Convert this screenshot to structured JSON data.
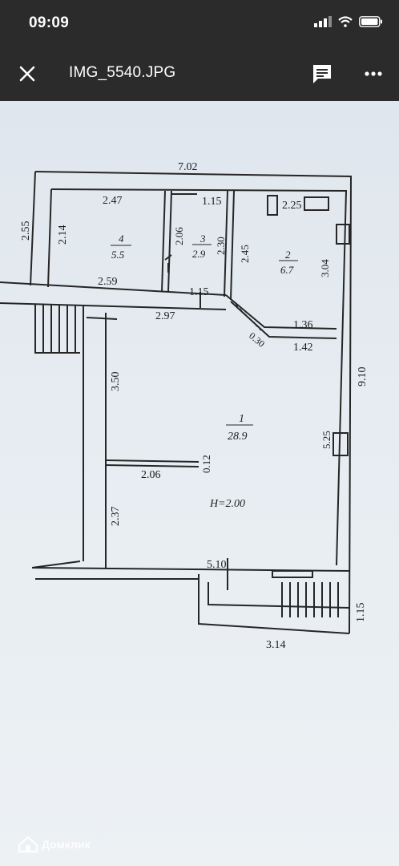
{
  "status_bar": {
    "time": "09:09"
  },
  "app_bar": {
    "title": "IMG_5540.JPG"
  },
  "plan": {
    "outer_top_width": "7.02",
    "outer_left_height": "2.55",
    "right_total": "9.10",
    "room4": {
      "number": "4",
      "area": "5.5",
      "width": "2.47",
      "height": "2.14",
      "bottom": "2.59"
    },
    "room3": {
      "number": "3",
      "area": "2.9",
      "width": "1.15",
      "height_left": "2.06",
      "height_right": "2.30",
      "bottom": "1.15"
    },
    "room2": {
      "number": "2",
      "area": "6.7",
      "width": "2.25",
      "height_left": "2.45",
      "height_right": "3.04",
      "step_top": "1.36",
      "step_bottom": "1.42",
      "diag": "0.30"
    },
    "room1": {
      "number": "1",
      "area": "28.9",
      "corridor": "2.97",
      "left_upper": "3.50",
      "left_lower": "2.37",
      "partition": "2.06",
      "gap": "0.12",
      "right": "5.25",
      "bottom": "5.10",
      "height_label": "H=2.00"
    },
    "porch": {
      "width": "3.14",
      "depth": "1.15"
    }
  },
  "watermark": {
    "text": "Домклик"
  },
  "icons": {
    "close": "close-icon",
    "comment": "comment-icon",
    "more": "more-vert-icon",
    "signal": "signal-icon",
    "wifi": "wifi-icon",
    "battery": "battery-icon",
    "logo": "domclick-logo-icon"
  }
}
